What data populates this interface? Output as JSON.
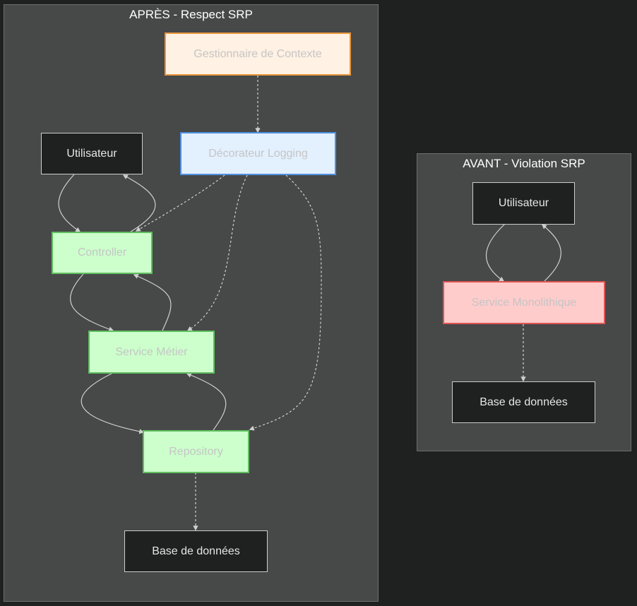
{
  "after": {
    "title": "APRÈS - Respect SRP",
    "nodes": {
      "context_manager": "Gestionnaire de Contexte",
      "user": "Utilisateur",
      "logging_decorator": "Décorateur Logging",
      "controller": "Controller",
      "business_service": "Service Métier",
      "repository": "Repository",
      "database": "Base de données"
    }
  },
  "before": {
    "title": "AVANT - Violation SRP",
    "nodes": {
      "user": "Utilisateur",
      "monolithic_service": "Service Monolithique",
      "database": "Base de données"
    }
  },
  "colors": {
    "background": "#1f2020",
    "cluster": "#474848",
    "edge": "#d0d0d0",
    "orange_border": "#e8973f",
    "blue_border": "#4f90e0",
    "green_border": "#5fbe5f",
    "red_border": "#e05555"
  }
}
